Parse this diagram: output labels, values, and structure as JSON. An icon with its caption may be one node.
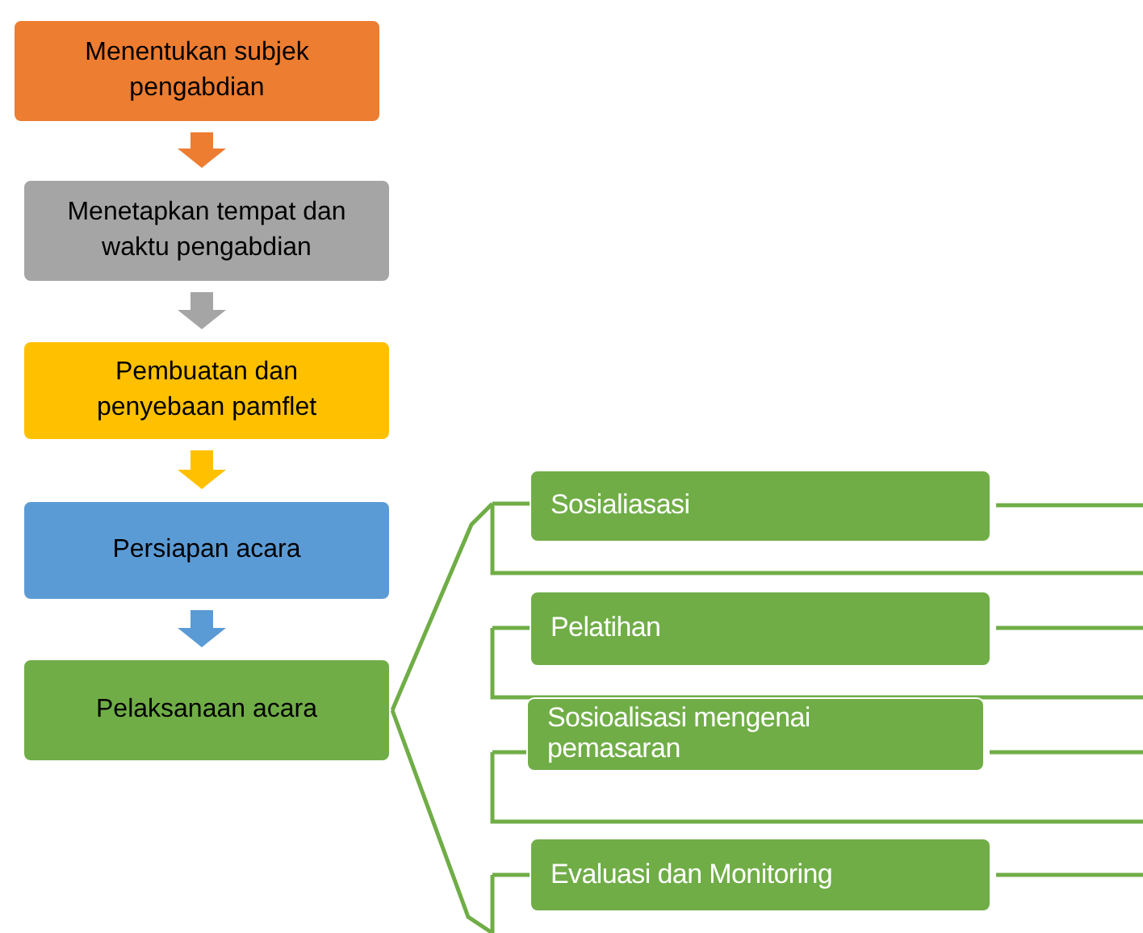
{
  "diagram": {
    "nodes": [
      {
        "text": [
          "Menentukan subjek pengabdian"
        ]
      },
      {
        "text": [
          "Menetapkan tempat dan waktu pengabdian"
        ]
      },
      {
        "text": [
          "Pembuatan dan penyebaan pamflet"
        ]
      },
      {
        "text": [
          "Persiapan acara"
        ]
      },
      {
        "text": [
          "Pelaksanaan acara"
        ]
      },
      {
        "text": [
          "Sosialiasasi"
        ]
      },
      {
        "text": [
          "Pelatihan"
        ]
      },
      {
        "text": [
          "Sosioalisasi mengenai pemasaran"
        ]
      },
      {
        "text": [
          "Evaluasi dan Monitoring"
        ]
      }
    ],
    "edges": [
      {
        "from": 0,
        "to": 1,
        "arrow": "to",
        "color": "#ed7d31"
      },
      {
        "from": 1,
        "to": 2,
        "arrow": "to",
        "color": "#a5a5a5"
      },
      {
        "from": 2,
        "to": 3,
        "arrow": "to",
        "color": "#ffc000"
      },
      {
        "from": 3,
        "to": 4,
        "arrow": "to",
        "color": "#5b9bd5"
      },
      {
        "from": 4,
        "to": 5,
        "arrow": "none",
        "color": "#70ad47"
      },
      {
        "from": 4,
        "to": 8,
        "arrow": "none",
        "color": "#70ad47"
      }
    ]
  }
}
